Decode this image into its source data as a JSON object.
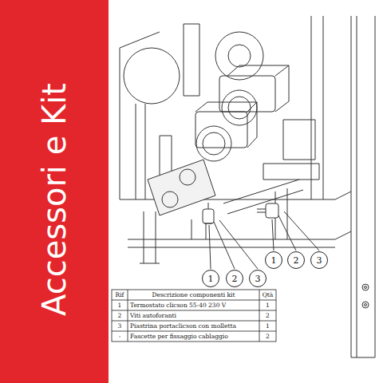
{
  "diagram": {
    "nodes": [
      {
        "text": [
          "Accessori e Kit"
        ]
      },
      {
        "text": [
          "1"
        ]
      },
      {
        "text": [
          "2"
        ]
      },
      {
        "text": [
          "3"
        ]
      },
      {
        "text": [
          "1"
        ]
      },
      {
        "text": [
          "2"
        ]
      },
      {
        "text": [
          "3"
        ]
      }
    ],
    "labels": [
      "Rif",
      "Descrizione componenti kit",
      "Qtà",
      "1",
      "Termostato clicson 55-40 230 V",
      "1",
      "2",
      "Viti autoforanti",
      "2",
      "3",
      "Piastrina portaclicson con molletta",
      "1",
      "-",
      "Fascette per fissaggio cablaggio",
      "2"
    ]
  }
}
